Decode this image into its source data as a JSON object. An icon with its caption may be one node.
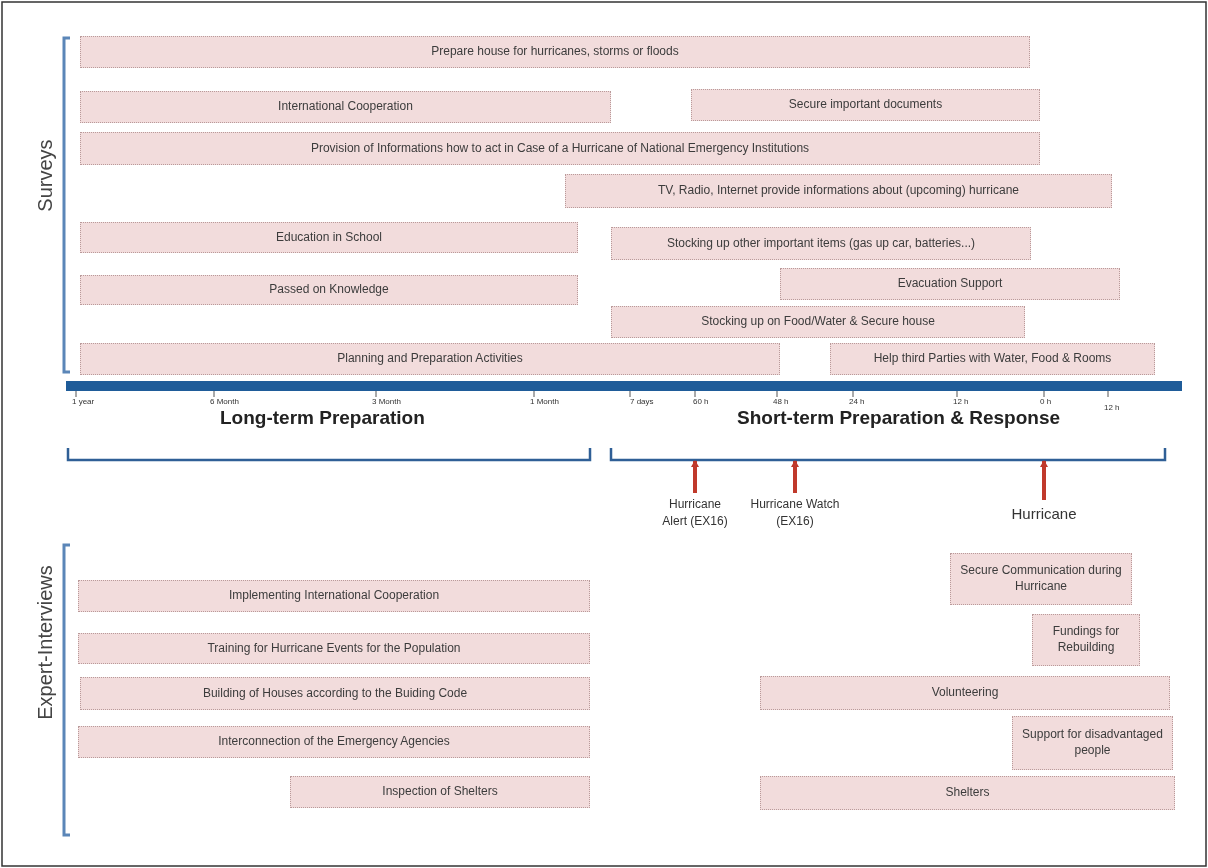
{
  "diagram": {
    "nodes": [
      {
        "text": [
          "Prepare house for hurricanes, storms or floods"
        ]
      },
      {
        "text": [
          "International Cooperation"
        ]
      },
      {
        "text": [
          "Secure important documents"
        ]
      },
      {
        "text": [
          "Provision of Informations how to act in Case of a Hurricane of National Emergency Institutions"
        ]
      },
      {
        "text": [
          "TV, Radio, Internet provide informations about (upcoming) hurricane"
        ]
      },
      {
        "text": [
          "Education in School"
        ]
      },
      {
        "text": [
          "Stocking up other important items (gas up car, batteries...)"
        ]
      },
      {
        "text": [
          "Evacuation Support"
        ]
      },
      {
        "text": [
          "Passed on Knowledge"
        ]
      },
      {
        "text": [
          "Stocking up on Food/Water & Secure house"
        ]
      },
      {
        "text": [
          "Planning and Preparation Activities"
        ]
      },
      {
        "text": [
          "Help third Parties with Water, Food & Rooms"
        ]
      },
      {
        "text": [
          "Implementing International Cooperation"
        ]
      },
      {
        "text": [
          "Training for Hurricane Events for the Population"
        ]
      },
      {
        "text": [
          "Building of Houses according to the Buiding Code"
        ]
      },
      {
        "text": [
          "Interconnection of the Emergency Agencies"
        ]
      },
      {
        "text": [
          "Inspection of Shelters"
        ]
      },
      {
        "text": [
          "Secure Communication during Hurricane"
        ]
      },
      {
        "text": [
          "Fundings for Rebuilding"
        ]
      },
      {
        "text": [
          "Volunteering"
        ]
      },
      {
        "text": [
          "Support for disadvantaged people"
        ]
      },
      {
        "text": [
          "Shelters"
        ]
      },
      {
        "text": [
          "Hurricane Alert (EX16)"
        ]
      },
      {
        "text": [
          "Hurricane Watch (EX16)"
        ]
      },
      {
        "text": [
          "Hurricane"
        ]
      }
    ],
    "edges": [
      {
        "from": 22,
        "to": null,
        "arrow": "to"
      },
      {
        "from": 23,
        "to": null,
        "arrow": "to"
      },
      {
        "from": 24,
        "to": null,
        "arrow": "to"
      }
    ],
    "labels": [
      "Surveys",
      "1 year",
      "6 Month",
      "3 Month",
      "1 Month",
      "7 days",
      "60 h",
      "48 h",
      "24 h",
      "12 h",
      "0 h",
      "12 h",
      "Long-term Preparation",
      "Short-term Preparation & Response",
      "Expert-Interviews"
    ]
  }
}
